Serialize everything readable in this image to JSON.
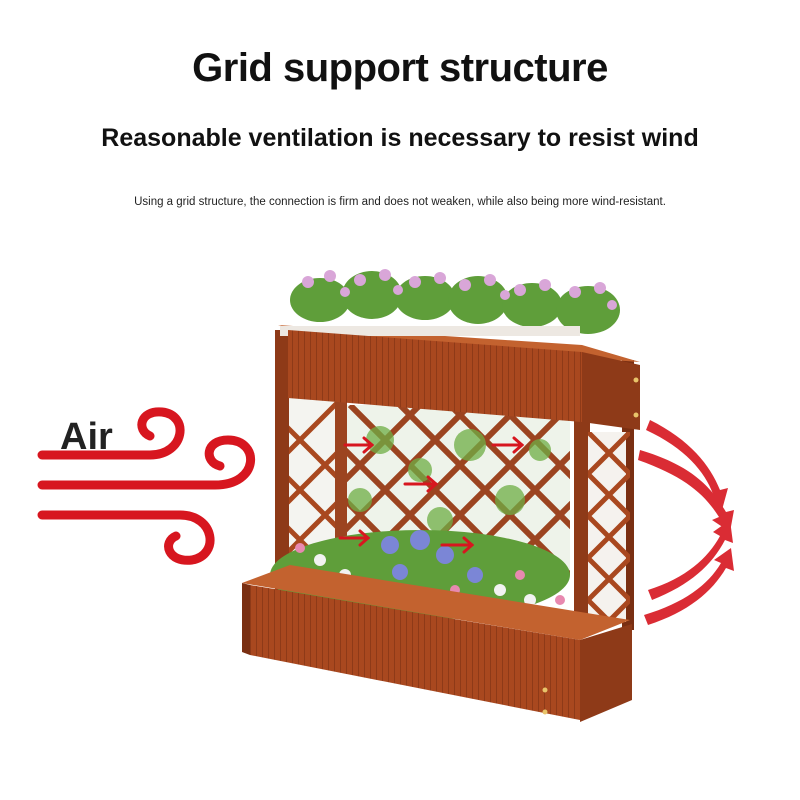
{
  "heading": {
    "title": "Grid support structure",
    "subtitle": "Reasonable ventilation is necessary to resist wind",
    "caption": "Using a grid structure, the connection is firm and does not weaken, while also being more wind-resistant."
  },
  "wind": {
    "label": "Air",
    "color": "#d7161f"
  },
  "colors": {
    "wood": "#a9481f",
    "wood_dark": "#7a2f12",
    "wood_light": "#c3622f",
    "arrow": "#d7161f",
    "leaf": "#5f9e3a"
  }
}
